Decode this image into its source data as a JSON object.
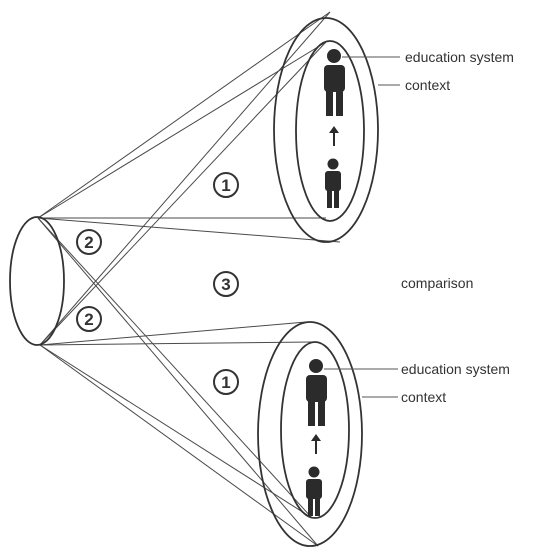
{
  "labels": {
    "top_education_system": "education system",
    "top_context": "context",
    "comparison": "comparison",
    "bottom_education_system": "education system",
    "bottom_context": "context"
  },
  "markers": {
    "one": "1",
    "two": "2",
    "three": "3"
  },
  "colors": {
    "stroke": "#333333",
    "figure": "#2b2b2b",
    "background": "#ffffff"
  }
}
